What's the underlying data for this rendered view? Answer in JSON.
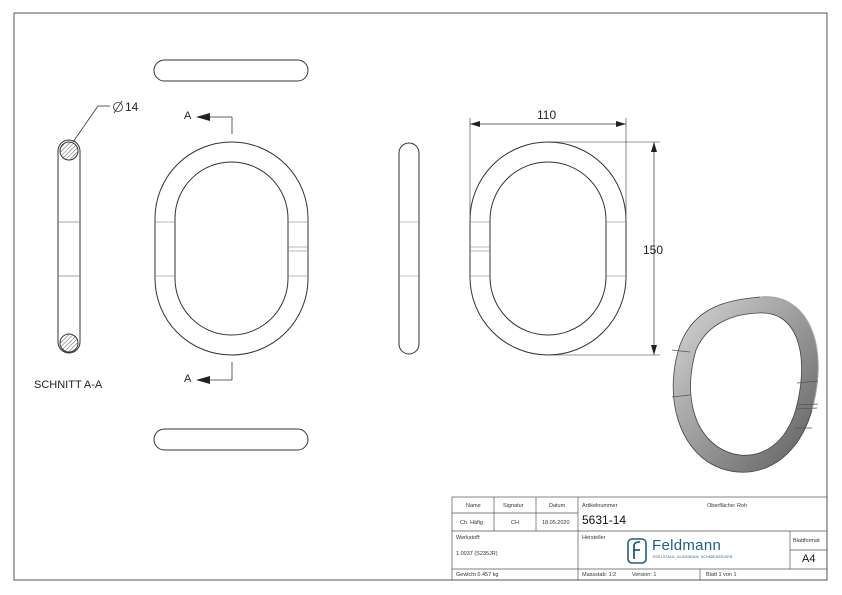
{
  "drawing": {
    "diameter_label": "14",
    "dim_width": "110",
    "dim_height": "150",
    "section_marker_top": "A",
    "section_marker_bottom": "A",
    "section_label": "SCHNITT A-A"
  },
  "title_block": {
    "headers": {
      "name": "Name",
      "signatur": "Signatur",
      "datum": "Datum",
      "artikelnummer": "Artikelnummer",
      "oberflaeche": "Oberfläche:  Roh"
    },
    "row": {
      "name": "Ch. Häfig",
      "signatur": "CH",
      "datum": "18.05.2020"
    },
    "article_number": "5631-14",
    "werkstoff_label": "Werkstoff:",
    "werkstoff_value": "1.0037 (S235JR)",
    "hersteller_label": "Hersteller",
    "brand_name": "Feldmann",
    "brand_tagline": "EDELSTAHL, ALUMINIUM, SCHMIEDEEISEN",
    "blattformat_label": "Blattformat",
    "blattformat_value": "A4",
    "gewicht": "Gewicht 0.457 kg",
    "massstab": "Massstab: 1:2",
    "version": "Version: 1",
    "blatt": "Blatt 1 von 1"
  }
}
